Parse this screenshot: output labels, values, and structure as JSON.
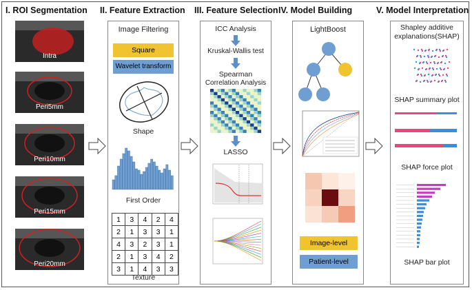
{
  "headers": {
    "h1": "I. ROI Segmentation",
    "h2": "II. Feature Extraction",
    "h3": "III. Feature Selection",
    "h4": "IV. Model Building",
    "h5": "V. Model Interpretation"
  },
  "roi": {
    "images": [
      "Intra",
      "Peri5mm",
      "Peri10mm",
      "Peri15mm",
      "Peri20mm"
    ]
  },
  "extraction": {
    "filtering_title": "Image Filtering",
    "square": "Square",
    "wavelet": "Wavelet transform",
    "shape": "Shape",
    "first_order": "First Order",
    "texture": "Texture",
    "texture_grid": [
      [
        1,
        3,
        4,
        2,
        4
      ],
      [
        2,
        1,
        3,
        3,
        1
      ],
      [
        4,
        3,
        2,
        3,
        1
      ],
      [
        2,
        1,
        3,
        4,
        2
      ],
      [
        3,
        1,
        4,
        3,
        3
      ]
    ]
  },
  "selection": {
    "steps": [
      "ICC Analysis",
      "Kruskal-Wallis test",
      "Spearman",
      "Correlation Analysis",
      "LASSO"
    ]
  },
  "model": {
    "title": "LightBoost",
    "image_level": "Image-level",
    "patient_level": "Patient-level"
  },
  "interpretation": {
    "title_line1": "Shapley additive",
    "title_line2": "explanations(SHAP)",
    "summary": "SHAP summary plot",
    "force": "SHAP force plot",
    "bar": "SHAP bar plot"
  },
  "colors": {
    "square": "#f0c330",
    "wavelet": "#6f9fd2",
    "node_blue": "#6f9fd2",
    "node_yellow": "#f0c330",
    "arrow_blue": "#5f8fc8"
  }
}
